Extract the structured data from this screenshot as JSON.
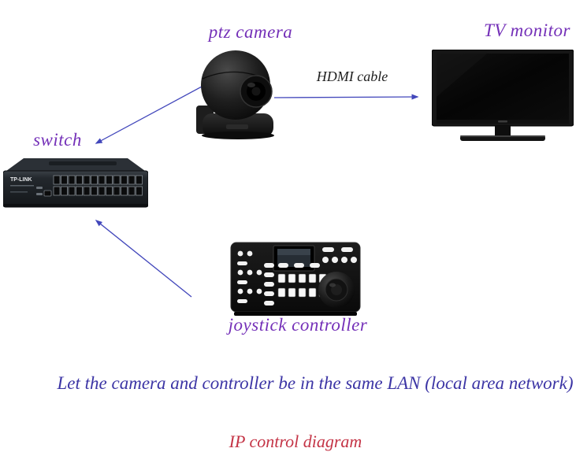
{
  "diagram": {
    "title": "IP control diagram",
    "note": "Let the camera and controller be in the same LAN (local area network)",
    "nodes": [
      {
        "id": "ptz-camera",
        "label": "ptz camera"
      },
      {
        "id": "tv-monitor",
        "label": "TV monitor"
      },
      {
        "id": "switch",
        "label": "switch",
        "brand": "TP-LINK"
      },
      {
        "id": "joystick-controller",
        "label": "joystick controller"
      }
    ],
    "edges": [
      {
        "from": "ptz-camera",
        "to": "tv-monitor",
        "label": "HDMI cable",
        "direction": "right"
      },
      {
        "from": "ptz-camera",
        "to": "switch",
        "label": "",
        "direction": "down-left"
      },
      {
        "from": "joystick-controller",
        "to": "switch",
        "label": "",
        "direction": "up-left"
      }
    ],
    "colors": {
      "node_label": "#7430b8",
      "note_text": "#3c35a5",
      "title_text": "#c43446",
      "edge_line": "#4247bb",
      "edge_label": "#1f1f1f"
    }
  }
}
